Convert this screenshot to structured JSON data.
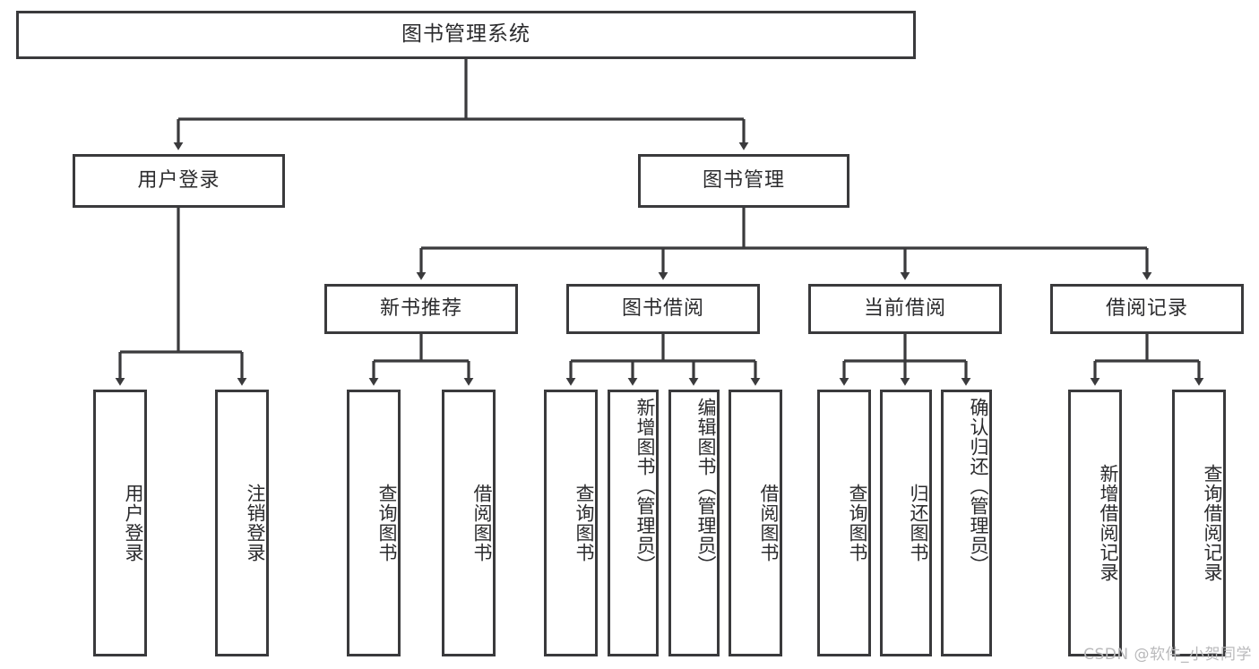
{
  "diagram": {
    "title": "图书管理系统",
    "type": "hierarchy-tree",
    "orientation": "top-down",
    "line_color": "#3a3a3c",
    "box_fill": "#ffffff",
    "background": "#ffffff",
    "watermark": "CSDN @软件_小贺同学"
  },
  "nodes": {
    "root": {
      "label": "图书管理系统"
    },
    "level1": [
      {
        "label": "用户登录"
      },
      {
        "label": "图书管理"
      }
    ],
    "level2": [
      {
        "label": "新书推荐"
      },
      {
        "label": "图书借阅"
      },
      {
        "label": "当前借阅"
      },
      {
        "label": "借阅记录"
      }
    ],
    "leaves": {
      "user_login": [
        {
          "label": "用户登录"
        },
        {
          "label": "注销登录"
        }
      ],
      "new_book_recommend": [
        {
          "label": "查询图书"
        },
        {
          "label": "借阅图书"
        }
      ],
      "book_borrow": [
        {
          "label": "查询图书"
        },
        {
          "label": "新增图书（管理员）"
        },
        {
          "label": "编辑图书（管理员）"
        },
        {
          "label": "借阅图书"
        }
      ],
      "current_borrow": [
        {
          "label": "查询图书"
        },
        {
          "label": "归还图书"
        },
        {
          "label": "确认归还（管理员）"
        }
      ],
      "borrow_record": [
        {
          "label": "新增借阅记录"
        },
        {
          "label": "查询借阅记录"
        }
      ]
    }
  }
}
